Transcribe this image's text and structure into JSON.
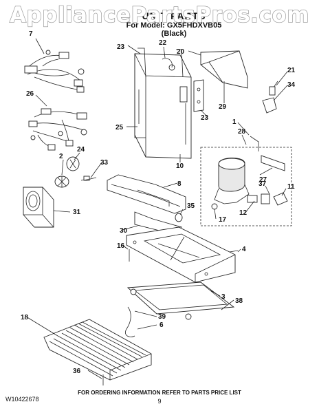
{
  "watermark": "AppliancePartsPros.com",
  "title": {
    "line1": "UNIT PARTS",
    "line2": "For Model: GX5FHDXVB05",
    "line3": "(Black)"
  },
  "callouts": [
    "7",
    "22",
    "23",
    "20",
    "21",
    "34",
    "26",
    "29",
    "23",
    "1",
    "28",
    "25",
    "10",
    "27",
    "24",
    "2",
    "33",
    "8",
    "37",
    "11",
    "31",
    "35",
    "12",
    "17",
    "30",
    "16",
    "4",
    "3",
    "38",
    "18",
    "39",
    "6",
    "36"
  ],
  "footer": {
    "doc_number": "W10422678",
    "notice": "FOR ORDERING INFORMATION REFER TO PARTS PRICE LIST",
    "page": "9"
  }
}
